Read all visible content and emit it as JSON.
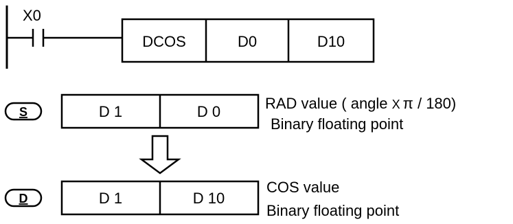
{
  "ladder": {
    "contact": "X0",
    "instruction": "DCOS",
    "operand_source": "D0",
    "operand_dest": "D10"
  },
  "source": {
    "tag": "S",
    "high": "D 1",
    "low": "D 0",
    "desc_pre": "RAD value ( angle ",
    "desc_x": "X",
    "desc_pi": "π",
    "desc_post": " / 180)",
    "desc_line2": "Binary floating point"
  },
  "dest": {
    "tag": "D",
    "high": "D 1",
    "low": "D 10",
    "desc_line1": "COS value",
    "desc_line2": "Binary floating point"
  },
  "arrow": {
    "icon": "down-arrow-icon"
  }
}
